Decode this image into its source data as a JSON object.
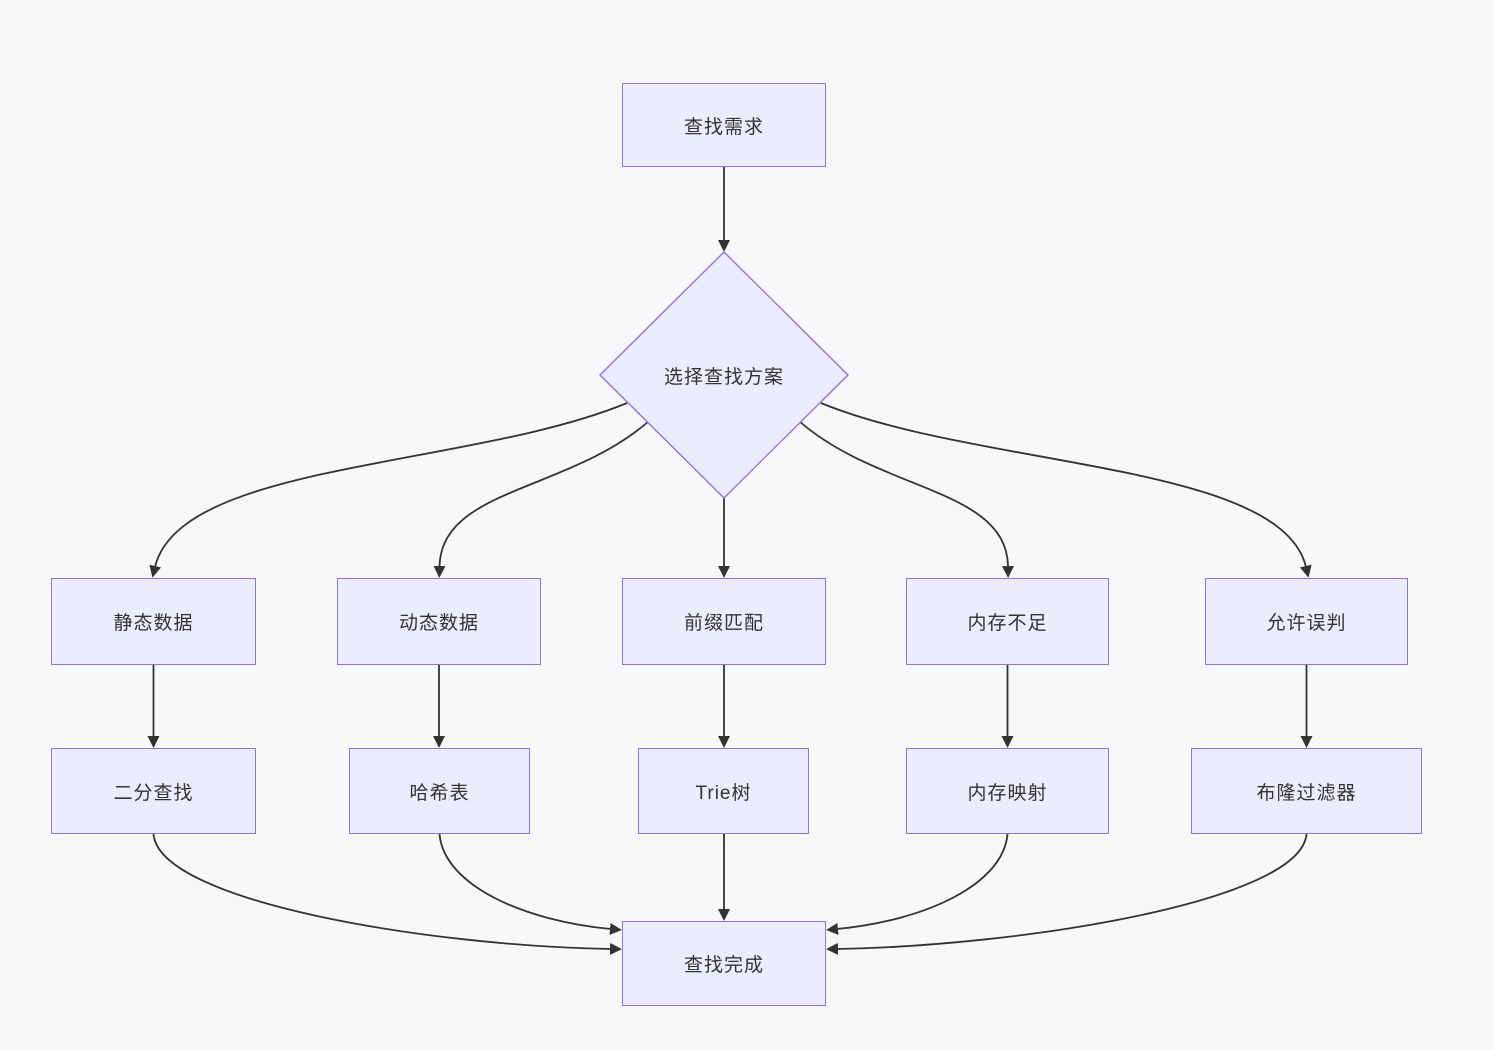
{
  "diagram": {
    "type": "flowchart",
    "direction": "top-down",
    "colors": {
      "node_fill": "#ECECFF",
      "node_border": "#9370DB",
      "edge": "#333333",
      "text": "#333333",
      "background": "#F8F8FA"
    },
    "nodes": {
      "start": {
        "label": "查找需求",
        "shape": "rect"
      },
      "decision": {
        "label": "选择查找方案",
        "shape": "diamond"
      },
      "static_data": {
        "label": "静态数据",
        "shape": "rect"
      },
      "dynamic_data": {
        "label": "动态数据",
        "shape": "rect"
      },
      "prefix_match": {
        "label": "前缀匹配",
        "shape": "rect"
      },
      "low_memory": {
        "label": "内存不足",
        "shape": "rect"
      },
      "allow_false_positive": {
        "label": "允许误判",
        "shape": "rect"
      },
      "binary_search": {
        "label": "二分查找",
        "shape": "rect"
      },
      "hash_table": {
        "label": "哈希表",
        "shape": "rect"
      },
      "trie": {
        "label": "Trie树",
        "shape": "rect"
      },
      "memory_map": {
        "label": "内存映射",
        "shape": "rect"
      },
      "bloom_filter": {
        "label": "布隆过滤器",
        "shape": "rect"
      },
      "done": {
        "label": "查找完成",
        "shape": "rect"
      }
    },
    "edges": [
      {
        "from": "start",
        "to": "decision"
      },
      {
        "from": "decision",
        "to": "static_data"
      },
      {
        "from": "decision",
        "to": "dynamic_data"
      },
      {
        "from": "decision",
        "to": "prefix_match"
      },
      {
        "from": "decision",
        "to": "low_memory"
      },
      {
        "from": "decision",
        "to": "allow_false_positive"
      },
      {
        "from": "static_data",
        "to": "binary_search"
      },
      {
        "from": "dynamic_data",
        "to": "hash_table"
      },
      {
        "from": "prefix_match",
        "to": "trie"
      },
      {
        "from": "low_memory",
        "to": "memory_map"
      },
      {
        "from": "allow_false_positive",
        "to": "bloom_filter"
      },
      {
        "from": "binary_search",
        "to": "done"
      },
      {
        "from": "hash_table",
        "to": "done"
      },
      {
        "from": "trie",
        "to": "done"
      },
      {
        "from": "memory_map",
        "to": "done"
      },
      {
        "from": "bloom_filter",
        "to": "done"
      }
    ]
  }
}
